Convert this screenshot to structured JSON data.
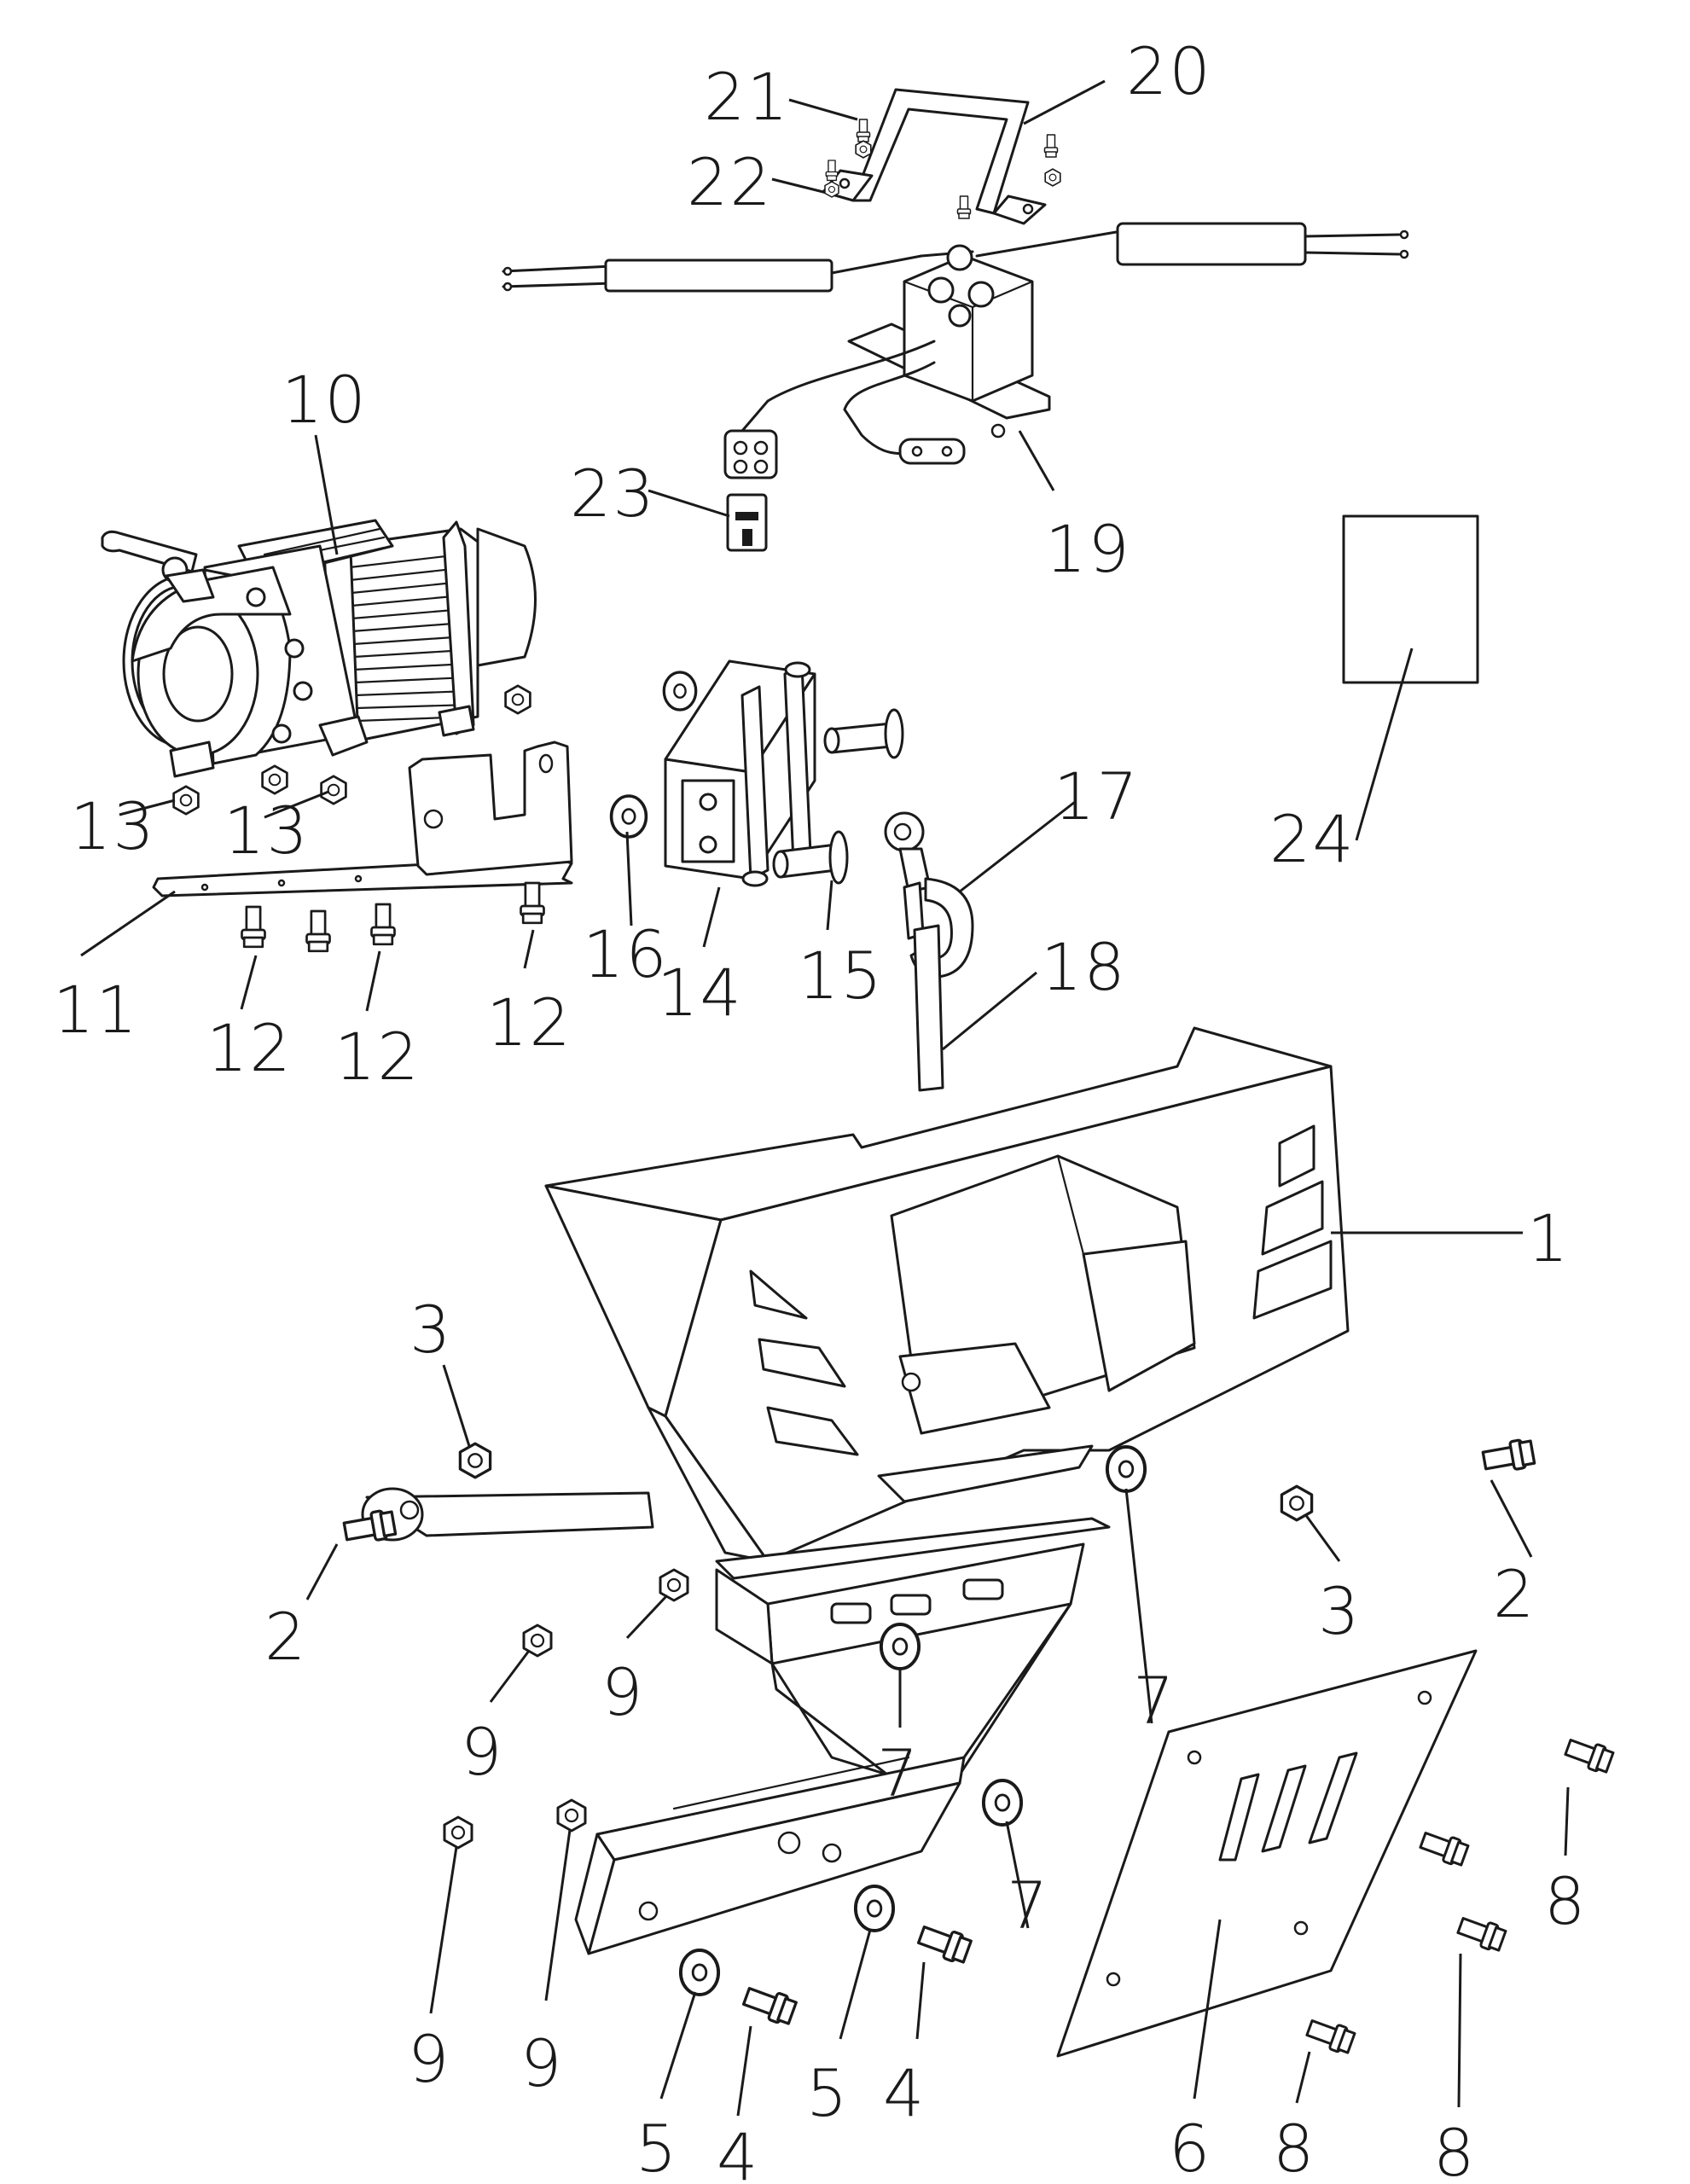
{
  "diagram": {
    "type": "exploded-parts-diagram",
    "subject": "winch mounting kit with front bumper guard",
    "callouts": {
      "c1": "1",
      "c2a": "2",
      "c2b": "2",
      "c3a": "3",
      "c3b": "3",
      "c4a": "4",
      "c4b": "4",
      "c5a": "5",
      "c5b": "5",
      "c6": "6",
      "c7a": "7",
      "c7b": "7",
      "c7c": "7",
      "c8a": "8",
      "c8b": "8",
      "c8c": "8",
      "c9a": "9",
      "c9b": "9",
      "c9c": "9",
      "c9d": "9",
      "c10": "10",
      "c11": "11",
      "c12a": "12",
      "c12b": "12",
      "c12c": "12",
      "c13a": "13",
      "c13b": "13",
      "c14": "14",
      "c15": "15",
      "c16": "16",
      "c17": "17",
      "c18": "18",
      "c19": "19",
      "c20": "20",
      "c21": "21",
      "c22": "22",
      "c23": "23",
      "c24": "24"
    }
  }
}
